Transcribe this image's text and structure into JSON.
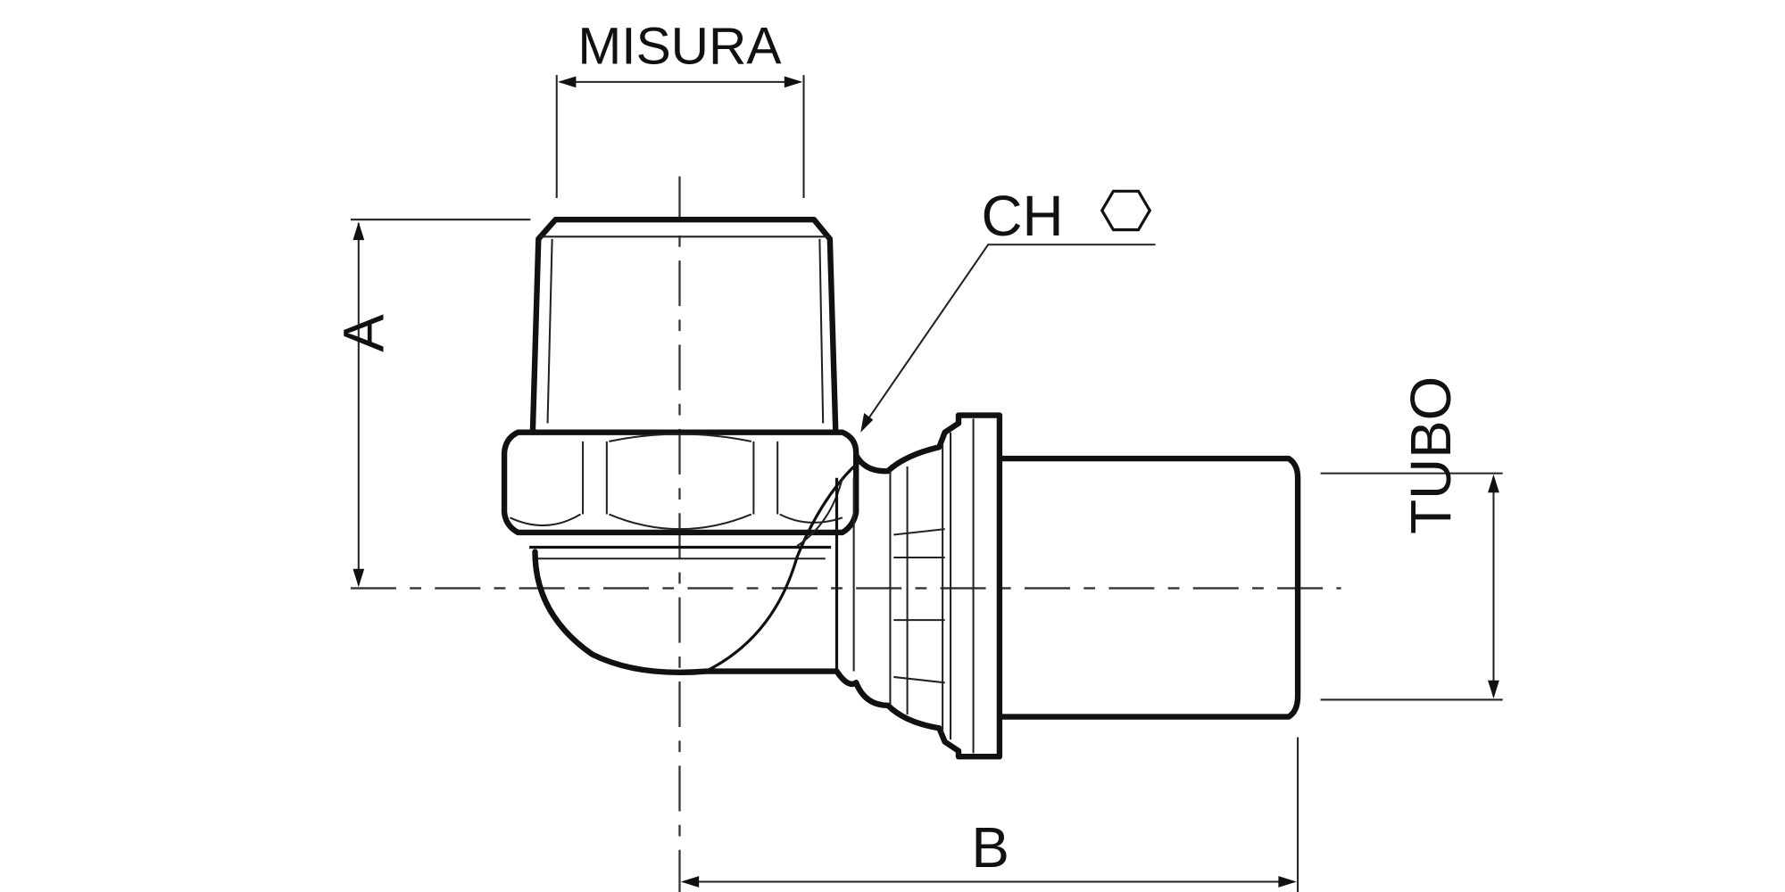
{
  "diagram": {
    "labels": {
      "misura": "MISURA",
      "ch": "CH",
      "a": "A",
      "b": "B",
      "tubo": "TUBO"
    },
    "icons": [
      "hexagon-icon"
    ],
    "colors": {
      "line": "#111111",
      "background": "#ffffff"
    }
  }
}
